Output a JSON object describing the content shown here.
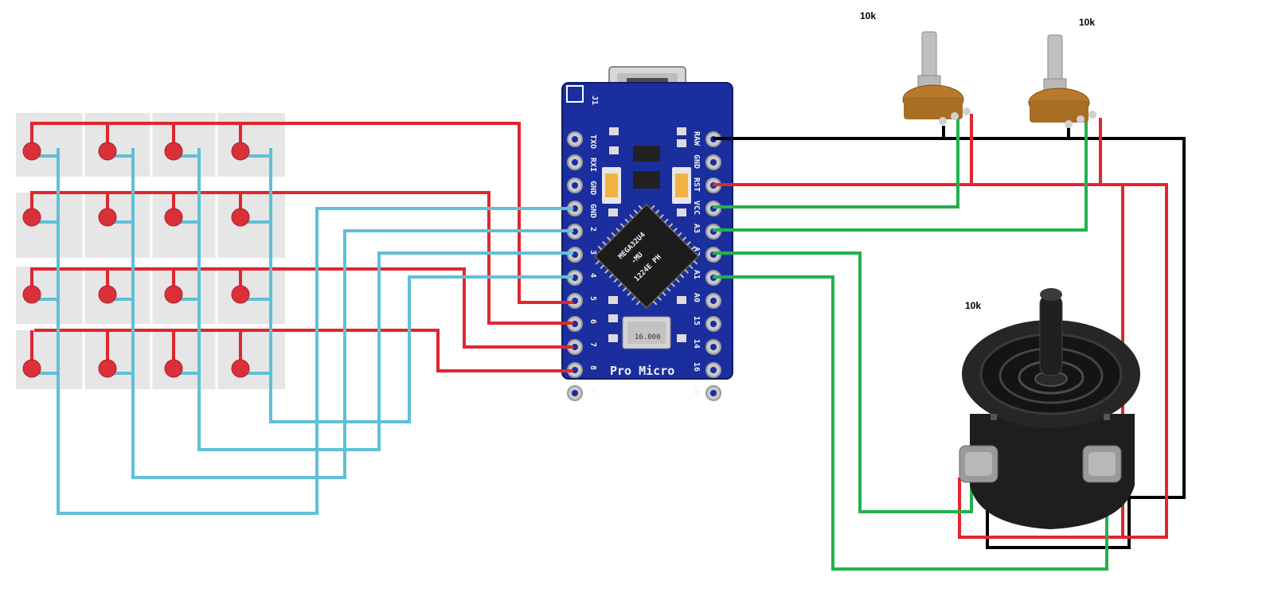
{
  "board": {
    "name": "Pro Micro",
    "chip_lines": [
      "MEGA32U4",
      "-MU",
      "1224E PH"
    ],
    "crystal": "16.000",
    "j1": "J1",
    "left_pins": [
      "TXO",
      "RXI",
      "GND",
      "GND",
      "2",
      "3",
      "4",
      "5",
      "6",
      "7",
      "8",
      "9"
    ],
    "right_pins": [
      "RAW",
      "GND",
      "RST",
      "VCC",
      "A3",
      "A2",
      "A1",
      "A0",
      "15",
      "14",
      "16",
      "10"
    ]
  },
  "pots": [
    {
      "label": "10k"
    },
    {
      "label": "10k"
    }
  ],
  "joystick": {
    "label": "10k"
  },
  "keypad": {
    "rows": 4,
    "cols": 4
  },
  "colors": {
    "pcb": "#1a2e9e",
    "row_wire": "#e0262f",
    "col_wire": "#5fc0d8",
    "vcc_wire": "#e0262f",
    "gnd_wire": "#000000",
    "signal_wire": "#22b14c",
    "button": "#d9303a",
    "keypad_bg": "#e8e8e8"
  }
}
